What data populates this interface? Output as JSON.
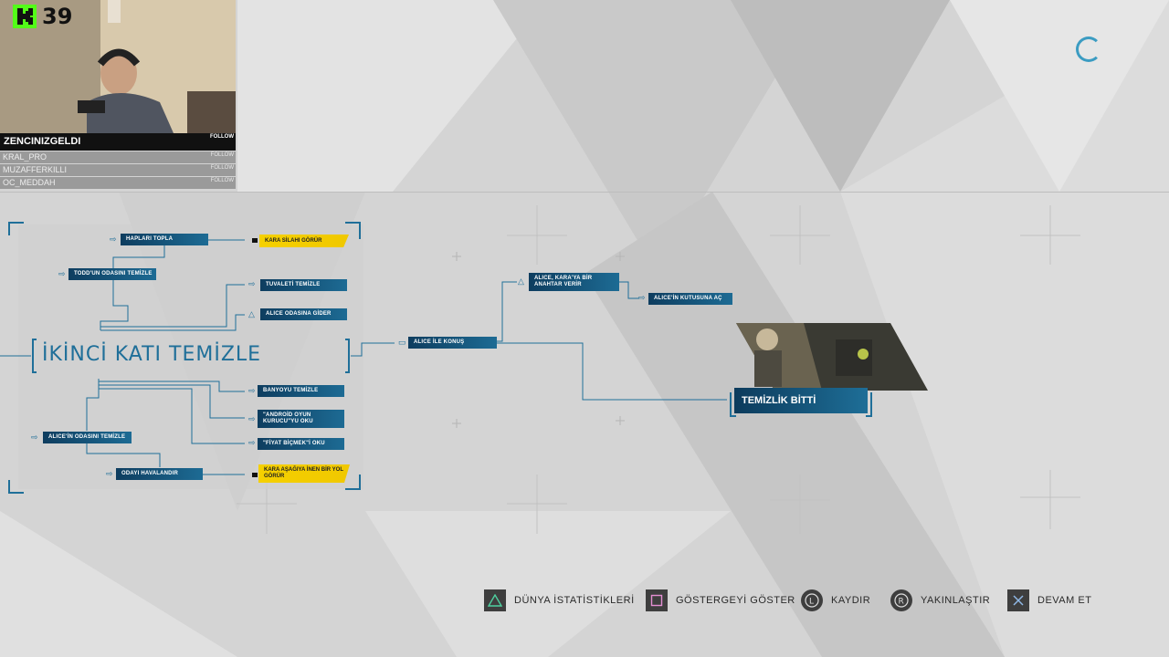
{
  "stream": {
    "platform_count": "39",
    "streamer": "ZENCINIZGELDI",
    "follow_label": "FOLLOW",
    "followers": [
      {
        "name": "KRAL_PRO",
        "action": "FOLLOW"
      },
      {
        "name": "MUZAFFERKILLI",
        "action": "FOLLOW"
      },
      {
        "name": "OC_MEDDAH",
        "action": "FOLLOW"
      }
    ]
  },
  "flowchart": {
    "chapter_title": "İKİNCİ KATI TEMİZLE",
    "nodes": {
      "haplari_topla": "HAPLARI TOPLA",
      "kara_silahi": "KARA SİLAHI GÖRÜR",
      "todd_odasi": "TODD'UN ODASINI TEMİZLE",
      "tuvaleti": "TUVALETİ TEMİZLE",
      "alice_odasina": "ALICE ODASINA GİDER",
      "banyoyu": "BANYOYU TEMİZLE",
      "android": "\"ANDROİD OYUN KURUCU\"YU OKU",
      "fiyat": "\"FİYAT BİÇMEK\"İ OKU",
      "alice_odasini": "ALICE'İN ODASINI TEMİZLE",
      "odayi": "ODAYI HAVALANDIR",
      "kara_asagi": "KARA AŞAĞIYA İNEN BİR YOL GÖRÜR",
      "alice_konus": "ALICE İLE KONUŞ",
      "anahtar": "ALICE, KARA'YA BİR ANAHTAR VERİR",
      "kutusuna": "ALICE'İN KUTUSUNA AÇ",
      "temizlik": "TEMİZLİK BİTTİ"
    }
  },
  "controls": [
    {
      "icon": "triangle-icon",
      "label": "DÜNYA İSTATİSTİKLERİ"
    },
    {
      "icon": "square-icon",
      "label": "GÖSTERGEYİ GÖSTER"
    },
    {
      "icon": "l-stick-icon",
      "label": "KAYDIR"
    },
    {
      "icon": "r-stick-icon",
      "label": "YAKINLAŞTIR"
    },
    {
      "icon": "cross-icon",
      "label": "DEVAM ET"
    }
  ],
  "colors": {
    "accent": "#1f6f99",
    "highlight": "#f5d000",
    "node": "#0e3d5f"
  }
}
